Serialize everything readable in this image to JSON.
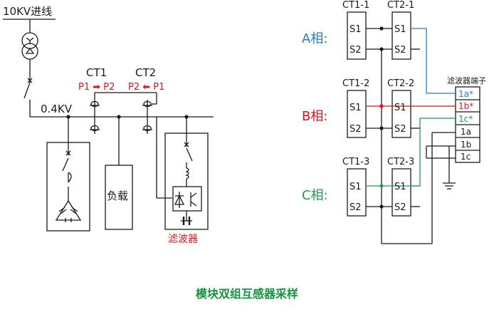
{
  "caption": "模块双组互感器采样",
  "colors": {
    "line": "#1a1a1a",
    "phase_a": "#2a7bc4",
    "phase_b": "#d8141e",
    "phase_c": "#1f9e4a",
    "caption": "#14933f"
  },
  "left": {
    "source_label": "10KV进线",
    "bus_label": "0.4KV",
    "ct1_label": "CT1",
    "ct2_label": "CT2",
    "ct1_dir": "P1 ➡ P2",
    "ct2_dir": "P2 ⬅ P1",
    "load_label": "负载",
    "filter_label": "滤波器"
  },
  "right": {
    "terminal_title": "滤波器端子",
    "phases": [
      {
        "label": "A相:",
        "ct1": "CT1-1",
        "ct2": "CT2-1",
        "s1": "S1",
        "s2": "S2"
      },
      {
        "label": "B相:",
        "ct1": "CT1-2",
        "ct2": "CT2-2",
        "s1": "S1",
        "s2": "S2"
      },
      {
        "label": "C相:",
        "ct1": "CT1-3",
        "ct2": "CT2-3",
        "s1": "S1",
        "s2": "S2"
      }
    ],
    "terminals": [
      "1a*",
      "1b*",
      "1c*",
      "1a",
      "1b",
      "1c"
    ]
  }
}
